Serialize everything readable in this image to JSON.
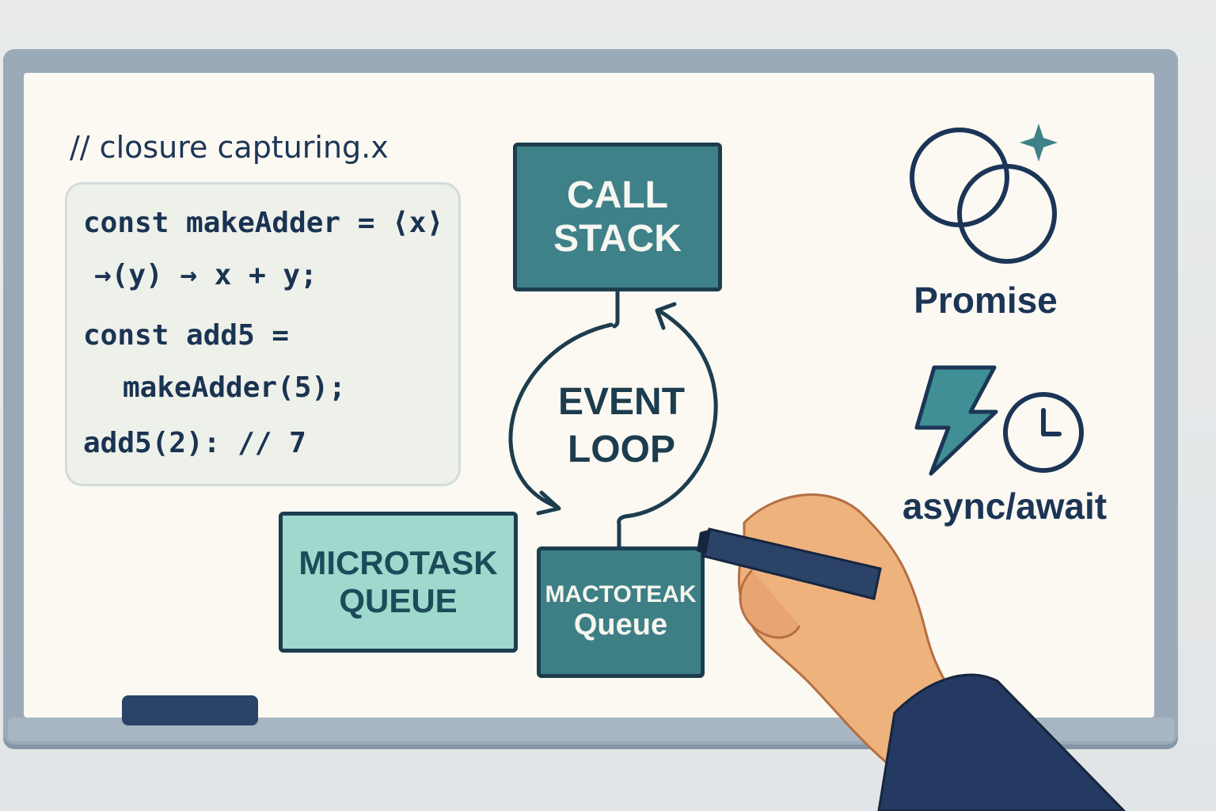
{
  "whiteboard": {
    "comment": "// closure  capturing.x",
    "code_lines": [
      "const makeAdder = ⟨x⟩",
      "→(y) →  x + y;",
      "const add5 =",
      "makeAdder(5);",
      "add5(2): // 7"
    ],
    "call_stack_lines": [
      "CALL",
      "STACK"
    ],
    "event_loop_lines": [
      "EVENT",
      "LOOP"
    ],
    "microtask_lines": [
      "MICROTASK",
      "QUEUE"
    ],
    "macrotask_lines": [
      "MACTOTEAK",
      "Queue"
    ],
    "promise_label": "Promise",
    "async_label": "async/await"
  },
  "icons": [
    "rings-icon",
    "sparkle-icon",
    "lightning-icon",
    "clock-icon",
    "marker-icon",
    "hand-icon"
  ],
  "colors": {
    "board": "#fbf9f2",
    "frame": "#9aaab9",
    "teal_dark": "#3f8188",
    "teal_light": "#9fd8cc",
    "ink": "#1c3d4e",
    "marker": "#2b4368"
  }
}
